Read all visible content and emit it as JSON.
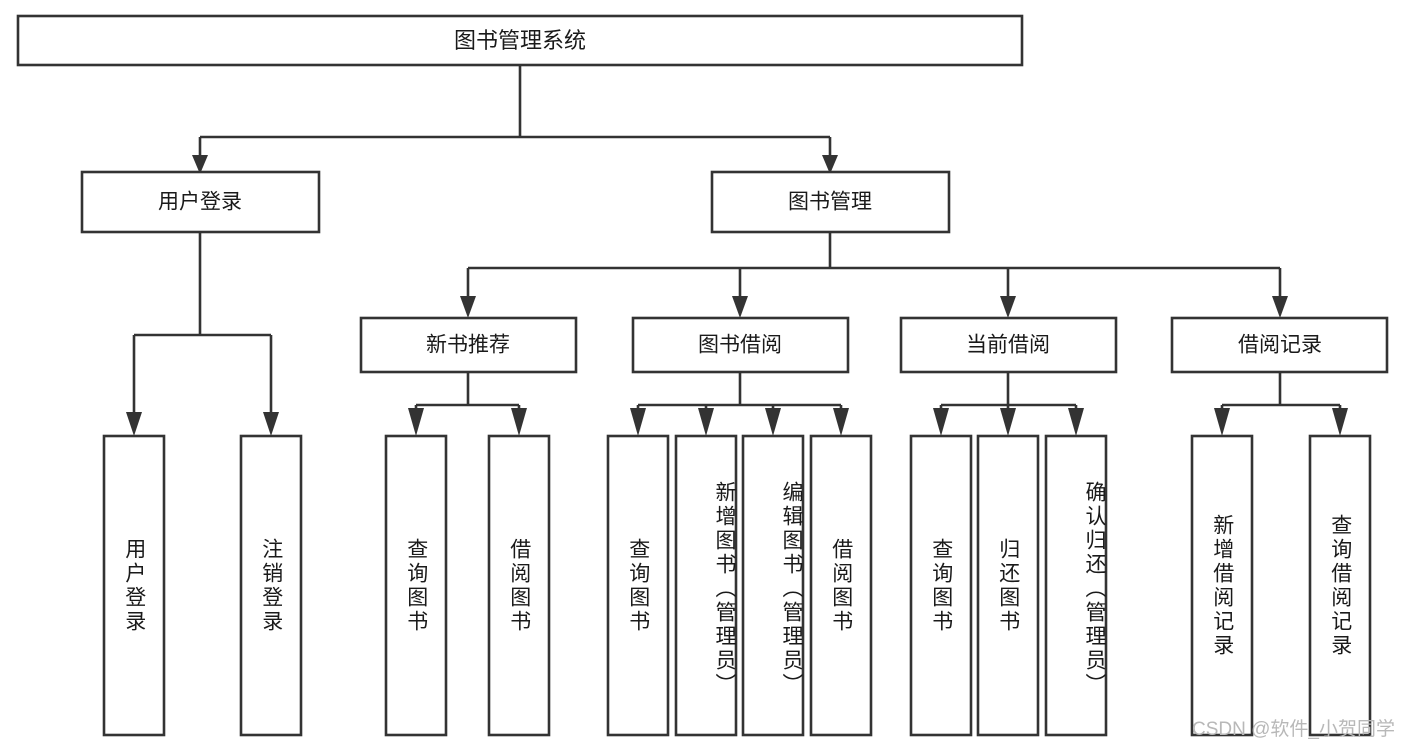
{
  "diagram": {
    "title": "图书管理系统",
    "type": "tree-hierarchy-diagram",
    "colors": {
      "stroke": "#333333",
      "box_fill": "#ffffff",
      "text": "#1a1a1a",
      "watermark": "#b8b8b8",
      "background": "#ffffff"
    },
    "root": {
      "label": "图书管理系统"
    },
    "level1": [
      {
        "label": "用户登录"
      },
      {
        "label": "图书管理"
      }
    ],
    "level2": [
      {
        "label": "新书推荐"
      },
      {
        "label": "图书借阅"
      },
      {
        "label": "当前借阅"
      },
      {
        "label": "借阅记录"
      }
    ],
    "leaves": {
      "user_login": [
        {
          "label": "用户登录"
        },
        {
          "label": "注销登录"
        }
      ],
      "new_book_recommend": [
        {
          "label": "查询图书"
        },
        {
          "label": "借阅图书"
        }
      ],
      "book_borrow": [
        {
          "label": "查询图书"
        },
        {
          "label": "新增图书（管理员）"
        },
        {
          "label": "编辑图书（管理员）"
        },
        {
          "label": "借阅图书"
        }
      ],
      "current_borrow": [
        {
          "label": "查询图书"
        },
        {
          "label": "归还图书"
        },
        {
          "label": "确认归还（管理员）"
        }
      ],
      "borrow_record": [
        {
          "label": "新增借阅记录"
        },
        {
          "label": "查询借阅记录"
        }
      ]
    }
  },
  "watermark": {
    "text": "CSDN @软件_小贺同学"
  }
}
